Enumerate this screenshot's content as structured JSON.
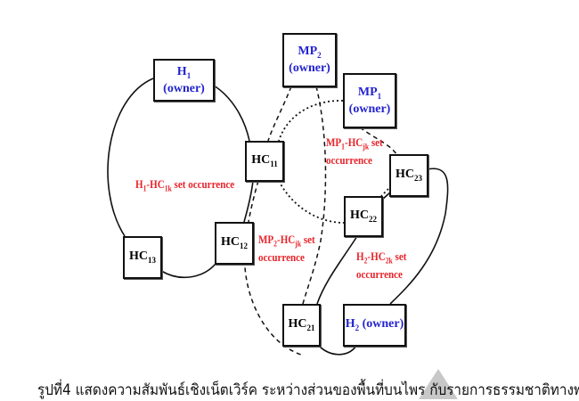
{
  "nodes": {
    "h1": {
      "base": "H",
      "sub": "1",
      "suffix": " (owner)"
    },
    "mp2": {
      "base": "MP",
      "sub": "2",
      "suffix": "(owner)"
    },
    "mp1": {
      "base": "MP",
      "sub": "1",
      "suffix": "(owner)"
    },
    "hc11": {
      "base": "HC",
      "sub": "11"
    },
    "hc12": {
      "base": "HC",
      "sub": "12"
    },
    "hc13": {
      "base": "HC",
      "sub": "13"
    },
    "hc21": {
      "base": "HC",
      "sub": "21"
    },
    "hc22": {
      "base": "HC",
      "sub": "22"
    },
    "hc23": {
      "base": "HC",
      "sub": "23"
    },
    "h2": {
      "base": "H",
      "sub": "2",
      "suffix": " (owner)"
    }
  },
  "labels": {
    "h1_set": {
      "a": "H",
      "a_sub": "1",
      "b": "-HC",
      "b_sub": "1k",
      "c": " set occurrence"
    },
    "mp1_set": {
      "a": "MP",
      "a_sub": "1",
      "b": "-HC",
      "b_sub": "jk",
      "c": " set",
      "line2": "occurrence"
    },
    "mp2_set": {
      "a": "MP",
      "a_sub": "2",
      "b": "-HC",
      "b_sub": "jk",
      "c": " set",
      "line2": "occurrence"
    },
    "h2_set": {
      "a": "H",
      "a_sub": "2",
      "b": "-HC",
      "b_sub": "2k",
      "c": " set",
      "line2": "occurrence"
    }
  },
  "caption": "รูปที่4  แสดงความสัมพันธ์เชิงเน็ตเวิร์ค ระหว่างส่วนของพื้นที่บนไพร กับรายการธรรมชาติทางพ",
  "colors": {
    "owner": "#2323d0",
    "set_label": "#e8232a"
  }
}
